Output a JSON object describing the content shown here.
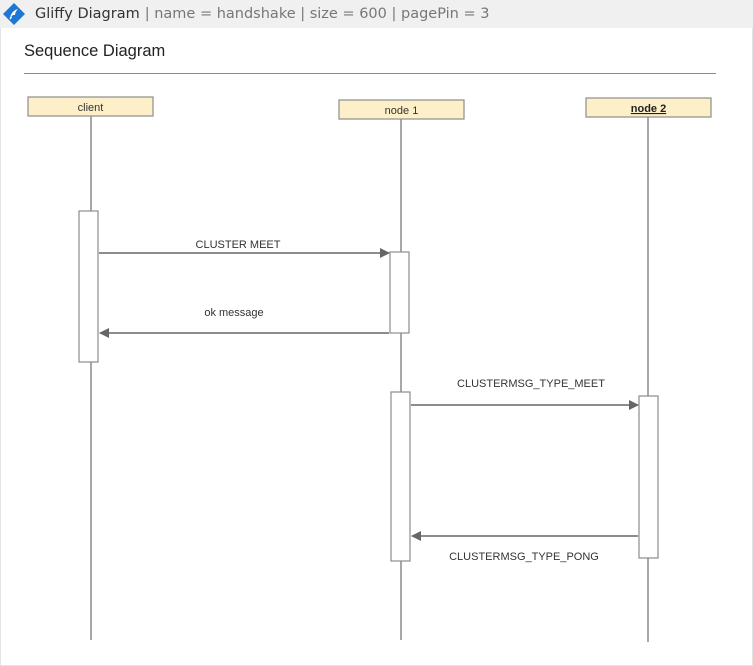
{
  "macro": {
    "title": "Gliffy Diagram",
    "params": "| name = handshake | size = 600 | pagePin = 3",
    "logo_icon": "gliffy-logo-icon"
  },
  "diagram": {
    "title": "Sequence Diagram",
    "participants": [
      {
        "id": "client",
        "label": "client",
        "bold": false
      },
      {
        "id": "node1",
        "label": "node 1",
        "bold": false
      },
      {
        "id": "node2",
        "label": "node 2",
        "bold": true
      }
    ],
    "messages": [
      {
        "id": "cluster-meet",
        "label": "CLUSTER MEET",
        "from": "client",
        "to": "node1",
        "style": "call"
      },
      {
        "id": "ok-message",
        "label": "ok message",
        "from": "node1",
        "to": "client",
        "style": "reply"
      },
      {
        "id": "clustermsg-type-meet",
        "label": "CLUSTERMSG_TYPE_MEET",
        "from": "node1",
        "to": "node2",
        "style": "call"
      },
      {
        "id": "clustermsg-type-pong",
        "label": "CLUSTERMSG_TYPE_PONG",
        "from": "node2",
        "to": "node1",
        "style": "reply"
      }
    ],
    "colors": {
      "participant_fill": "#fdf0c8",
      "participant_border": "#8c8c8c",
      "line": "#8c8c8c",
      "arrow": "#666666",
      "text": "#333333",
      "logo": "#1d78d4"
    }
  }
}
